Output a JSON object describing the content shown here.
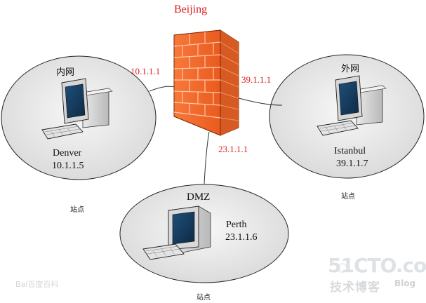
{
  "firewall": {
    "site": "Beijing"
  },
  "interfaces": {
    "inside": "10.1.1.1",
    "outside": "39.1.1.1",
    "dmz": "23.1.1.1"
  },
  "zones": {
    "inside": {
      "title": "内网",
      "host": "Denver",
      "ip": "10.1.1.5",
      "site_label": "站点"
    },
    "outside": {
      "title": "外网",
      "host": "Istanbul",
      "ip": "39.1.1.7",
      "site_label": "站点"
    },
    "dmz": {
      "title": "DMZ",
      "host": "Perth",
      "ip": "23.1.1.6",
      "site_label": "站点"
    }
  },
  "watermarks": {
    "brand": "51CTO.com",
    "brand_sub": "技术博客",
    "brand_blog": "Blog",
    "baidu": "Bai百度百科"
  },
  "colors": {
    "accent_red": "#d9201e",
    "firewall_brick": "#f06a28",
    "zone_fill": "#e6e6e6"
  }
}
